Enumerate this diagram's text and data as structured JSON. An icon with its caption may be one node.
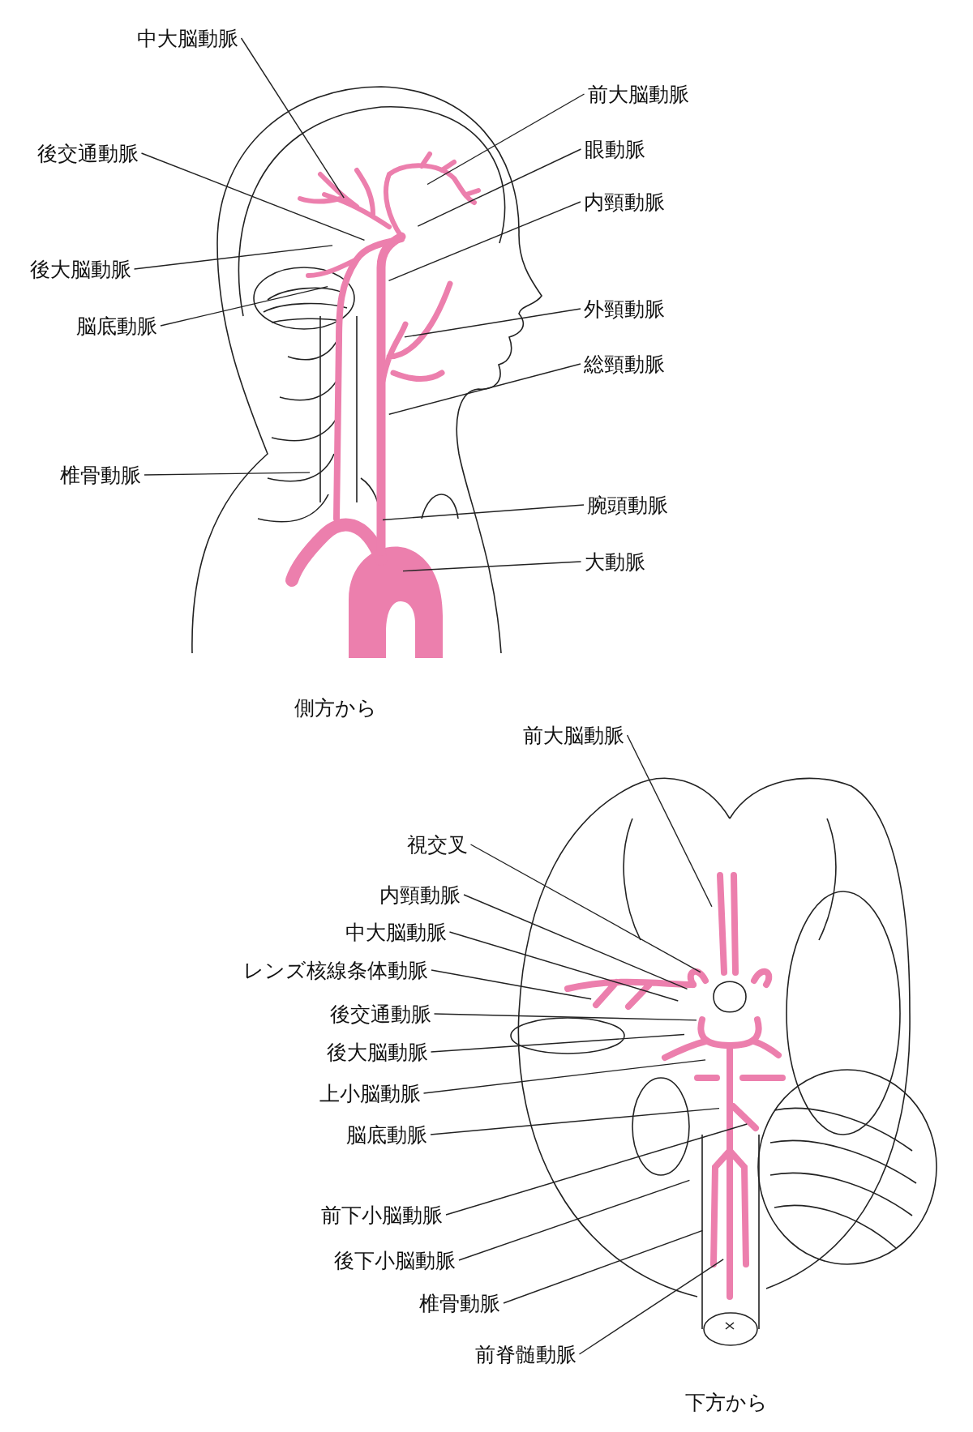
{
  "diagram": {
    "nodes": [
      {
        "text": [
          "中大脳動脈"
        ]
      },
      {
        "text": [
          "前大脳動脈"
        ]
      },
      {
        "text": [
          "後交通動脈"
        ]
      },
      {
        "text": [
          "眼動脈"
        ]
      },
      {
        "text": [
          "内頸動脈"
        ]
      },
      {
        "text": [
          "後大脳動脈"
        ]
      },
      {
        "text": [
          "脳底動脈"
        ]
      },
      {
        "text": [
          "外頸動脈"
        ]
      },
      {
        "text": [
          "総頸動脈"
        ]
      },
      {
        "text": [
          "椎骨動脈"
        ]
      },
      {
        "text": [
          "腕頭動脈"
        ]
      },
      {
        "text": [
          "大動脈"
        ]
      },
      {
        "text": [
          "前大脳動脈"
        ]
      },
      {
        "text": [
          "視交叉"
        ]
      },
      {
        "text": [
          "内頸動脈"
        ]
      },
      {
        "text": [
          "中大脳動脈"
        ]
      },
      {
        "text": [
          "レンズ核線条体動脈"
        ]
      },
      {
        "text": [
          "後交通動脈"
        ]
      },
      {
        "text": [
          "後大脳動脈"
        ]
      },
      {
        "text": [
          "上小脳動脈"
        ]
      },
      {
        "text": [
          "脳底動脈"
        ]
      },
      {
        "text": [
          "前下小脳動脈"
        ]
      },
      {
        "text": [
          "後下小脳動脈"
        ]
      },
      {
        "text": [
          "椎骨動脈"
        ]
      },
      {
        "text": [
          "前脊髄動脈"
        ]
      }
    ],
    "edges": [
      {
        "from": 0,
        "to": null,
        "arrow": "none"
      },
      {
        "from": 1,
        "to": null,
        "arrow": "none"
      },
      {
        "from": 2,
        "to": null,
        "arrow": "none"
      },
      {
        "from": 3,
        "to": null,
        "arrow": "none"
      },
      {
        "from": 4,
        "to": null,
        "arrow": "none"
      },
      {
        "from": 5,
        "to": null,
        "arrow": "none"
      },
      {
        "from": 6,
        "to": null,
        "arrow": "none"
      },
      {
        "from": 7,
        "to": null,
        "arrow": "none"
      },
      {
        "from": 8,
        "to": null,
        "arrow": "none"
      },
      {
        "from": 9,
        "to": null,
        "arrow": "none"
      },
      {
        "from": 10,
        "to": null,
        "arrow": "none"
      },
      {
        "from": 11,
        "to": null,
        "arrow": "none"
      },
      {
        "from": 12,
        "to": null,
        "arrow": "none"
      },
      {
        "from": 13,
        "to": null,
        "arrow": "none"
      },
      {
        "from": 14,
        "to": null,
        "arrow": "none"
      },
      {
        "from": 15,
        "to": null,
        "arrow": "none"
      },
      {
        "from": 16,
        "to": null,
        "arrow": "none"
      },
      {
        "from": 17,
        "to": null,
        "arrow": "none"
      },
      {
        "from": 18,
        "to": null,
        "arrow": "none"
      },
      {
        "from": 19,
        "to": null,
        "arrow": "none"
      },
      {
        "from": 20,
        "to": null,
        "arrow": "none"
      },
      {
        "from": 21,
        "to": null,
        "arrow": "none"
      },
      {
        "from": 22,
        "to": null,
        "arrow": "none"
      },
      {
        "from": 23,
        "to": null,
        "arrow": "none"
      },
      {
        "from": 24,
        "to": null,
        "arrow": "none"
      }
    ],
    "labels": [
      "側方から",
      "下方から"
    ]
  }
}
